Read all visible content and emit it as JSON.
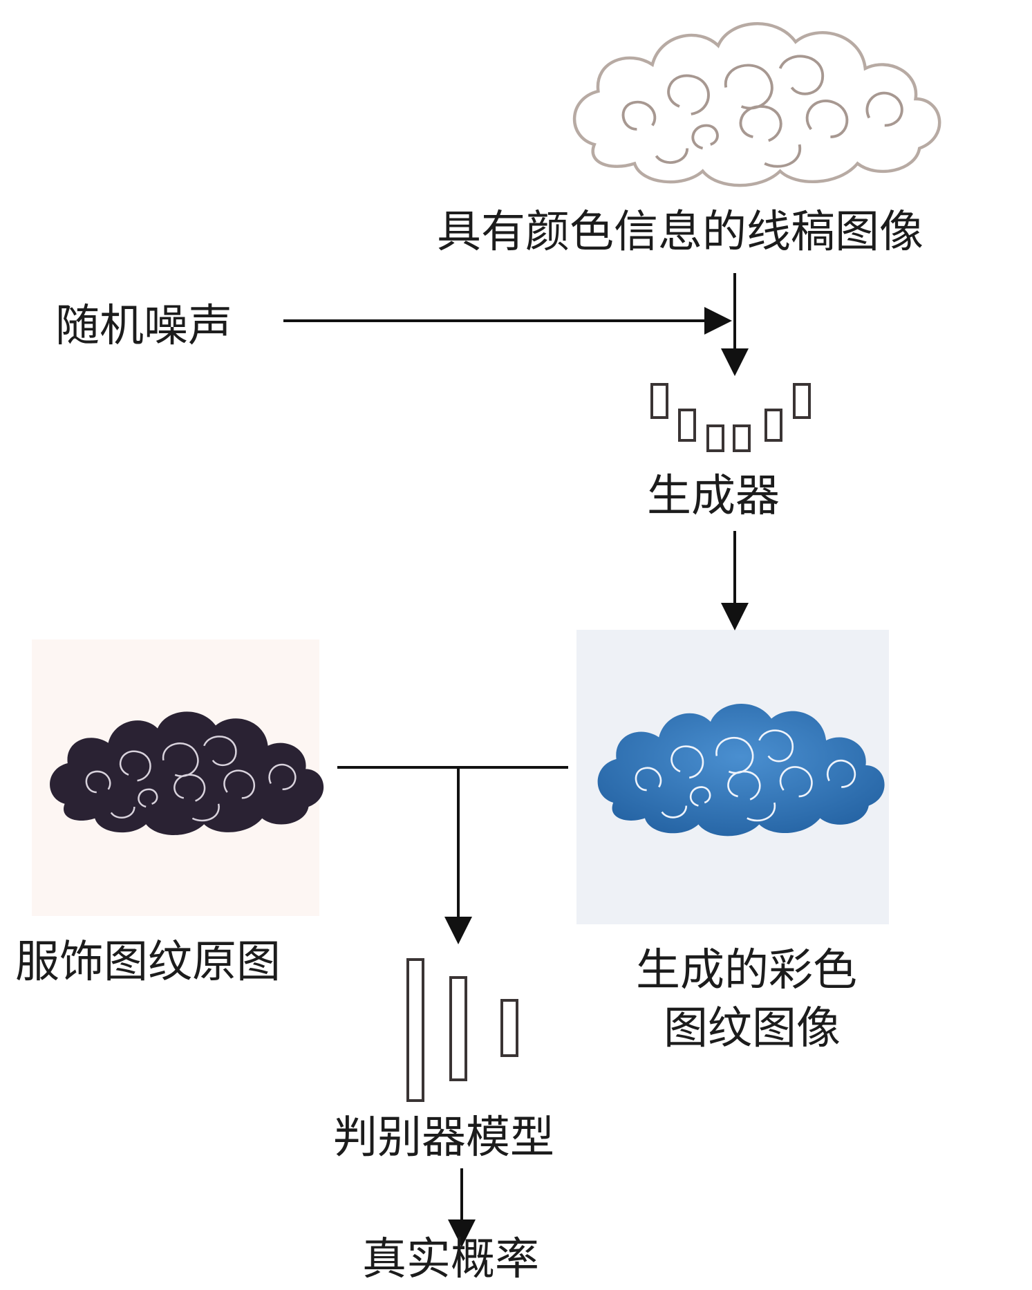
{
  "labels": {
    "sketch_input": "具有颜色信息的线稿图像",
    "random_noise": "随机噪声",
    "generator": "生成器",
    "original_pattern": "服饰图纹原图",
    "generated_line1": "生成的彩色",
    "generated_line2": "图纹图像",
    "discriminator": "判别器模型",
    "real_probability": "真实概率"
  },
  "colors": {
    "sketch_stroke": "#b7aaa3",
    "original_cloud": "#2a2233",
    "generated_cloud": "#2f6fae",
    "line": "#111111"
  },
  "icons": {
    "sketch": "cloud-sketch-icon",
    "original": "dark-cloud-icon",
    "generated": "blue-cloud-icon",
    "generator": "generator-network-icon",
    "discriminator": "discriminator-network-icon"
  }
}
